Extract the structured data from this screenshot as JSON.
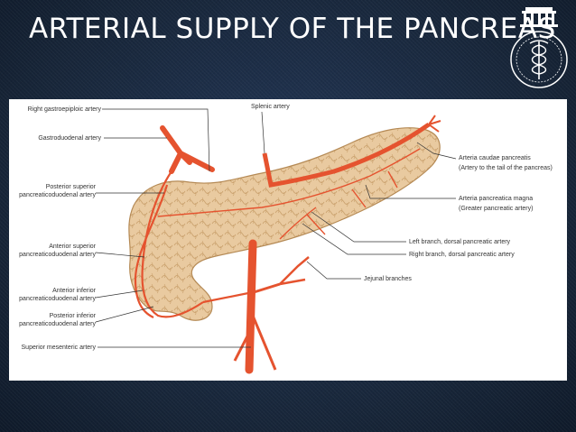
{
  "slide": {
    "title": "ARTERIAL SUPPLY OF THE PANCREAS"
  },
  "diagram": {
    "left_labels": [
      "Right gastroepiploic artery",
      "Gastroduodenal artery",
      "Posterior superior",
      "pancreaticoduodenal artery",
      "Anterior superior",
      "pancreaticoduodenal artery",
      "Anterior inferior",
      "pancreaticoduodenal artery",
      "Posterior inferior",
      "pancreaticoduodenal artery",
      "Superior mesenteric artery"
    ],
    "top_label": "Splenic artery",
    "right_labels": [
      "Arteria caudae pancreatis",
      "(Artery to the tail of the pancreas)",
      "Arteria pancreatica magna",
      "(Greater pancreatic artery)",
      "Left branch, dorsal pancreatic artery",
      "Right branch, dorsal pancreatic artery",
      "Jejunal branches"
    ]
  },
  "colors": {
    "background": "#1b2a3e",
    "artery": "#e5532f",
    "pancreas": "#e8c99a",
    "pancreas_outline": "#b58a55",
    "leader_line": "#333333"
  },
  "icons": [
    "college-emblem-icon"
  ]
}
